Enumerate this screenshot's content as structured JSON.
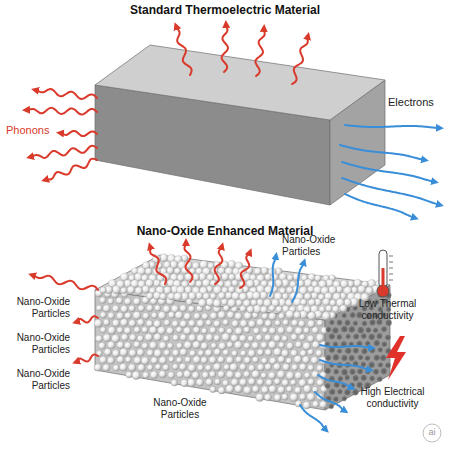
{
  "diagram": {
    "labels": [
      "Standard Thermoelectric Material",
      "Phonons",
      "Electrons",
      "Nano-Oxide Enhanced Material",
      "Nano-Oxide Particles",
      "Nano-Oxide Particles",
      "Nano-Oxide Particles",
      "Nano-Oxide Particles",
      "Nano-Oxide Particles",
      "Low Thermal conductivity",
      "High Electrical conductivity",
      "ai"
    ]
  }
}
